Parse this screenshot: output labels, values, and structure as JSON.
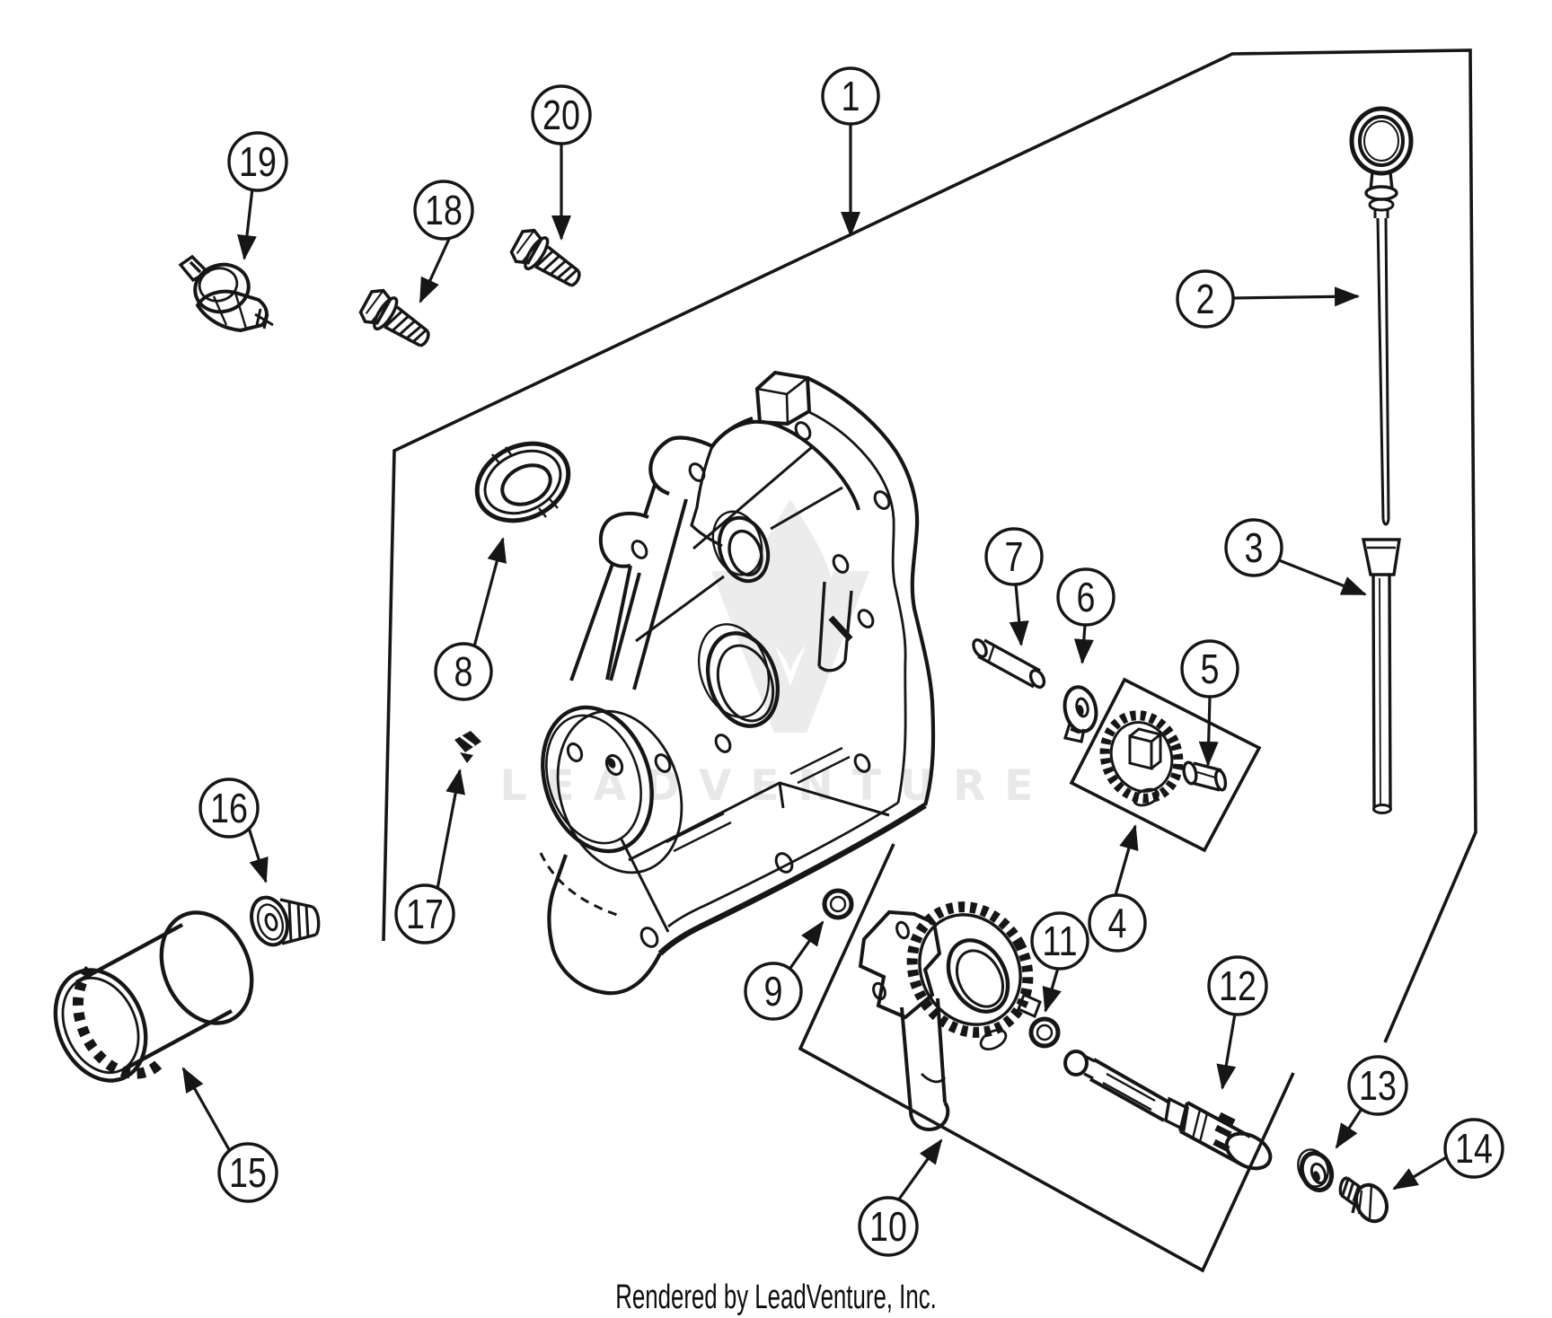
{
  "diagram": {
    "callouts": [
      {
        "label": "1"
      },
      {
        "label": "2"
      },
      {
        "label": "3"
      },
      {
        "label": "4"
      },
      {
        "label": "5"
      },
      {
        "label": "6"
      },
      {
        "label": "7"
      },
      {
        "label": "8"
      },
      {
        "label": "9"
      },
      {
        "label": "10"
      },
      {
        "label": "11"
      },
      {
        "label": "12"
      },
      {
        "label": "13"
      },
      {
        "label": "14"
      },
      {
        "label": "15"
      },
      {
        "label": "16"
      },
      {
        "label": "17"
      },
      {
        "label": "18"
      },
      {
        "label": "19"
      },
      {
        "label": "20"
      }
    ],
    "watermark": {
      "text": "LEADVENTURE"
    },
    "footer": {
      "text": "Rendered by LeadVenture, Inc."
    },
    "colors": {
      "line": "#161616",
      "watermark": "#e8e8e8",
      "background": "#ffffff"
    }
  }
}
